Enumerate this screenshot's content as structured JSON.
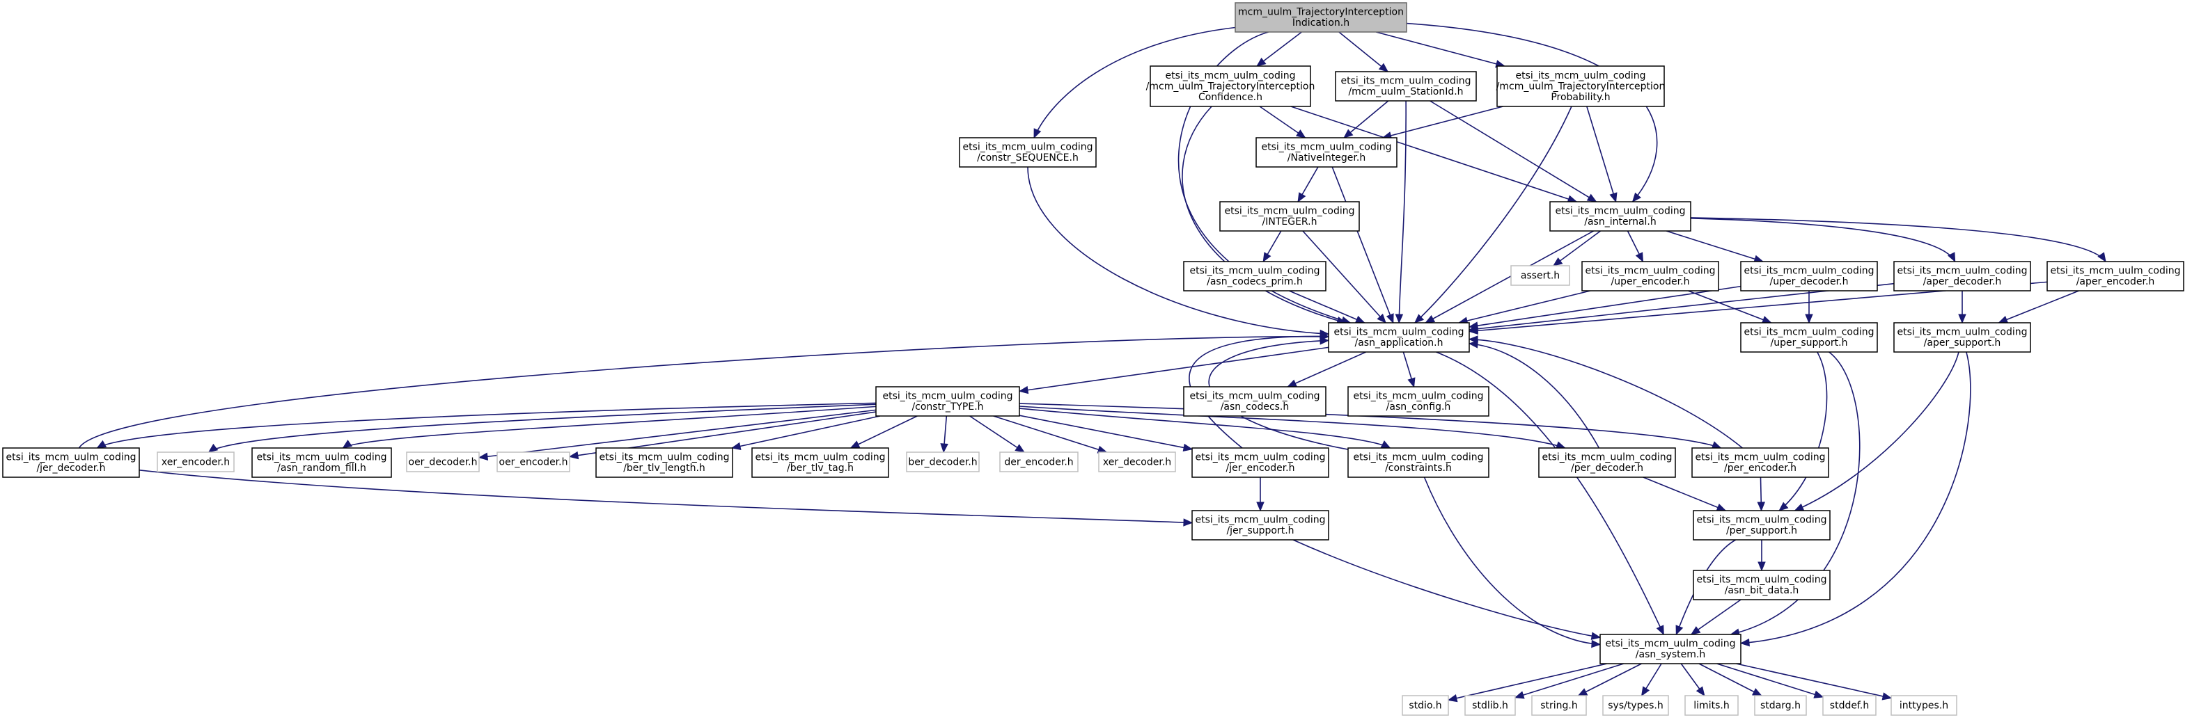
{
  "colors": {
    "edge": "#191970",
    "root_fill": "#bfbfbf",
    "external_border": "#bfbfbf",
    "internal_border": "#000000"
  },
  "nodes": [
    {
      "id": "root",
      "lines": [
        "mcm_uulm_TrajectoryInterception",
        "Indication.h"
      ],
      "style": "root"
    },
    {
      "id": "confidence",
      "lines": [
        "etsi_its_mcm_uulm_coding",
        "/mcm_uulm_TrajectoryInterception",
        "Confidence.h"
      ],
      "style": "int"
    },
    {
      "id": "stationid",
      "lines": [
        "etsi_its_mcm_uulm_coding",
        "/mcm_uulm_StationId.h"
      ],
      "style": "int"
    },
    {
      "id": "probability",
      "lines": [
        "etsi_its_mcm_uulm_coding",
        "/mcm_uulm_TrajectoryInterception",
        "Probability.h"
      ],
      "style": "int"
    },
    {
      "id": "constr_sequence",
      "lines": [
        "etsi_its_mcm_uulm_coding",
        "/constr_SEQUENCE.h"
      ],
      "style": "int"
    },
    {
      "id": "nativeinteger",
      "lines": [
        "etsi_its_mcm_uulm_coding",
        "/NativeInteger.h"
      ],
      "style": "int"
    },
    {
      "id": "integer",
      "lines": [
        "etsi_its_mcm_uulm_coding",
        "/INTEGER.h"
      ],
      "style": "int"
    },
    {
      "id": "asn_internal",
      "lines": [
        "etsi_its_mcm_uulm_coding",
        "/asn_internal.h"
      ],
      "style": "int"
    },
    {
      "id": "asn_codecs_prim",
      "lines": [
        "etsi_its_mcm_uulm_coding",
        "/asn_codecs_prim.h"
      ],
      "style": "int"
    },
    {
      "id": "assert",
      "lines": [
        "assert.h"
      ],
      "style": "ext"
    },
    {
      "id": "uper_encoder",
      "lines": [
        "etsi_its_mcm_uulm_coding",
        "/uper_encoder.h"
      ],
      "style": "int"
    },
    {
      "id": "uper_decoder",
      "lines": [
        "etsi_its_mcm_uulm_coding",
        "/uper_decoder.h"
      ],
      "style": "int"
    },
    {
      "id": "aper_decoder",
      "lines": [
        "etsi_its_mcm_uulm_coding",
        "/aper_decoder.h"
      ],
      "style": "int"
    },
    {
      "id": "aper_encoder",
      "lines": [
        "etsi_its_mcm_uulm_coding",
        "/aper_encoder.h"
      ],
      "style": "int"
    },
    {
      "id": "asn_application",
      "lines": [
        "etsi_its_mcm_uulm_coding",
        "/asn_application.h"
      ],
      "style": "int"
    },
    {
      "id": "uper_support",
      "lines": [
        "etsi_its_mcm_uulm_coding",
        "/uper_support.h"
      ],
      "style": "int"
    },
    {
      "id": "aper_support",
      "lines": [
        "etsi_its_mcm_uulm_coding",
        "/aper_support.h"
      ],
      "style": "int"
    },
    {
      "id": "constr_type",
      "lines": [
        "etsi_its_mcm_uulm_coding",
        "/constr_TYPE.h"
      ],
      "style": "int"
    },
    {
      "id": "asn_codecs",
      "lines": [
        "etsi_its_mcm_uulm_coding",
        "/asn_codecs.h"
      ],
      "style": "int"
    },
    {
      "id": "asn_config",
      "lines": [
        "etsi_its_mcm_uulm_coding",
        "/asn_config.h"
      ],
      "style": "int"
    },
    {
      "id": "jer_decoder",
      "lines": [
        "etsi_its_mcm_uulm_coding",
        "/jer_decoder.h"
      ],
      "style": "int"
    },
    {
      "id": "xer_encoder",
      "lines": [
        "xer_encoder.h"
      ],
      "style": "ext"
    },
    {
      "id": "asn_random_fill",
      "lines": [
        "etsi_its_mcm_uulm_coding",
        "/asn_random_fill.h"
      ],
      "style": "int"
    },
    {
      "id": "oer_decoder",
      "lines": [
        "oer_decoder.h"
      ],
      "style": "ext"
    },
    {
      "id": "oer_encoder",
      "lines": [
        "oer_encoder.h"
      ],
      "style": "ext"
    },
    {
      "id": "ber_tlv_length",
      "lines": [
        "etsi_its_mcm_uulm_coding",
        "/ber_tlv_length.h"
      ],
      "style": "int"
    },
    {
      "id": "ber_tlv_tag",
      "lines": [
        "etsi_its_mcm_uulm_coding",
        "/ber_tlv_tag.h"
      ],
      "style": "int"
    },
    {
      "id": "ber_decoder",
      "lines": [
        "ber_decoder.h"
      ],
      "style": "ext"
    },
    {
      "id": "der_encoder",
      "lines": [
        "der_encoder.h"
      ],
      "style": "ext"
    },
    {
      "id": "xer_decoder",
      "lines": [
        "xer_decoder.h"
      ],
      "style": "ext"
    },
    {
      "id": "jer_encoder",
      "lines": [
        "etsi_its_mcm_uulm_coding",
        "/jer_encoder.h"
      ],
      "style": "int"
    },
    {
      "id": "constraints",
      "lines": [
        "etsi_its_mcm_uulm_coding",
        "/constraints.h"
      ],
      "style": "int"
    },
    {
      "id": "per_decoder",
      "lines": [
        "etsi_its_mcm_uulm_coding",
        "/per_decoder.h"
      ],
      "style": "int"
    },
    {
      "id": "per_encoder",
      "lines": [
        "etsi_its_mcm_uulm_coding",
        "/per_encoder.h"
      ],
      "style": "int"
    },
    {
      "id": "jer_support",
      "lines": [
        "etsi_its_mcm_uulm_coding",
        "/jer_support.h"
      ],
      "style": "int"
    },
    {
      "id": "per_support",
      "lines": [
        "etsi_its_mcm_uulm_coding",
        "/per_support.h"
      ],
      "style": "int"
    },
    {
      "id": "asn_bit_data",
      "lines": [
        "etsi_its_mcm_uulm_coding",
        "/asn_bit_data.h"
      ],
      "style": "int"
    },
    {
      "id": "asn_system",
      "lines": [
        "etsi_its_mcm_uulm_coding",
        "/asn_system.h"
      ],
      "style": "int"
    },
    {
      "id": "stdio",
      "lines": [
        "stdio.h"
      ],
      "style": "ext"
    },
    {
      "id": "stdlib",
      "lines": [
        "stdlib.h"
      ],
      "style": "ext"
    },
    {
      "id": "string",
      "lines": [
        "string.h"
      ],
      "style": "ext"
    },
    {
      "id": "sys_types",
      "lines": [
        "sys/types.h"
      ],
      "style": "ext"
    },
    {
      "id": "limits",
      "lines": [
        "limits.h"
      ],
      "style": "ext"
    },
    {
      "id": "stdarg",
      "lines": [
        "stdarg.h"
      ],
      "style": "ext"
    },
    {
      "id": "stddef",
      "lines": [
        "stddef.h"
      ],
      "style": "ext"
    },
    {
      "id": "inttypes",
      "lines": [
        "inttypes.h"
      ],
      "style": "ext"
    }
  ],
  "edges": [
    [
      "root",
      "confidence"
    ],
    [
      "root",
      "stationid"
    ],
    [
      "root",
      "probability"
    ],
    [
      "root",
      "constr_sequence"
    ],
    [
      "root",
      "asn_application"
    ],
    [
      "root",
      "asn_internal"
    ],
    [
      "confidence",
      "nativeinteger"
    ],
    [
      "confidence",
      "asn_application"
    ],
    [
      "confidence",
      "asn_internal"
    ],
    [
      "stationid",
      "nativeinteger"
    ],
    [
      "stationid",
      "asn_application"
    ],
    [
      "stationid",
      "asn_internal"
    ],
    [
      "probability",
      "nativeinteger"
    ],
    [
      "probability",
      "asn_application"
    ],
    [
      "probability",
      "asn_internal"
    ],
    [
      "constr_sequence",
      "asn_application"
    ],
    [
      "nativeinteger",
      "integer"
    ],
    [
      "nativeinteger",
      "asn_application"
    ],
    [
      "integer",
      "asn_codecs_prim"
    ],
    [
      "integer",
      "asn_application"
    ],
    [
      "asn_codecs_prim",
      "asn_application"
    ],
    [
      "asn_internal",
      "asn_application"
    ],
    [
      "asn_internal",
      "assert"
    ],
    [
      "asn_internal",
      "uper_encoder"
    ],
    [
      "asn_internal",
      "uper_decoder"
    ],
    [
      "asn_internal",
      "aper_decoder"
    ],
    [
      "asn_internal",
      "aper_encoder"
    ],
    [
      "uper_encoder",
      "asn_application"
    ],
    [
      "uper_encoder",
      "uper_support"
    ],
    [
      "uper_decoder",
      "asn_application"
    ],
    [
      "uper_decoder",
      "uper_support"
    ],
    [
      "aper_decoder",
      "asn_application"
    ],
    [
      "aper_decoder",
      "aper_support"
    ],
    [
      "aper_encoder",
      "asn_application"
    ],
    [
      "aper_encoder",
      "aper_support"
    ],
    [
      "asn_application",
      "constr_type"
    ],
    [
      "asn_application",
      "asn_codecs"
    ],
    [
      "asn_application",
      "asn_config"
    ],
    [
      "asn_application",
      "asn_system"
    ],
    [
      "uper_support",
      "per_support"
    ],
    [
      "uper_support",
      "asn_system"
    ],
    [
      "aper_support",
      "per_support"
    ],
    [
      "aper_support",
      "asn_system"
    ],
    [
      "constr_type",
      "jer_decoder"
    ],
    [
      "constr_type",
      "xer_encoder"
    ],
    [
      "constr_type",
      "asn_random_fill"
    ],
    [
      "constr_type",
      "oer_decoder"
    ],
    [
      "constr_type",
      "oer_encoder"
    ],
    [
      "constr_type",
      "ber_tlv_length"
    ],
    [
      "constr_type",
      "ber_tlv_tag"
    ],
    [
      "constr_type",
      "ber_decoder"
    ],
    [
      "constr_type",
      "der_encoder"
    ],
    [
      "constr_type",
      "xer_decoder"
    ],
    [
      "constr_type",
      "jer_encoder"
    ],
    [
      "constr_type",
      "constraints"
    ],
    [
      "constr_type",
      "per_decoder"
    ],
    [
      "constr_type",
      "per_encoder"
    ],
    [
      "jer_decoder",
      "asn_application"
    ],
    [
      "jer_decoder",
      "jer_support"
    ],
    [
      "jer_encoder",
      "asn_application"
    ],
    [
      "jer_encoder",
      "jer_support"
    ],
    [
      "constraints",
      "asn_application"
    ],
    [
      "constraints",
      "asn_system"
    ],
    [
      "per_decoder",
      "asn_application"
    ],
    [
      "per_decoder",
      "per_support"
    ],
    [
      "per_encoder",
      "asn_application"
    ],
    [
      "per_encoder",
      "per_support"
    ],
    [
      "jer_support",
      "asn_system"
    ],
    [
      "per_support",
      "asn_bit_data"
    ],
    [
      "per_support",
      "asn_system"
    ],
    [
      "asn_bit_data",
      "asn_system"
    ],
    [
      "asn_system",
      "stdio"
    ],
    [
      "asn_system",
      "stdlib"
    ],
    [
      "asn_system",
      "string"
    ],
    [
      "asn_system",
      "sys_types"
    ],
    [
      "asn_system",
      "limits"
    ],
    [
      "asn_system",
      "stdarg"
    ],
    [
      "asn_system",
      "stddef"
    ],
    [
      "asn_system",
      "inttypes"
    ]
  ]
}
